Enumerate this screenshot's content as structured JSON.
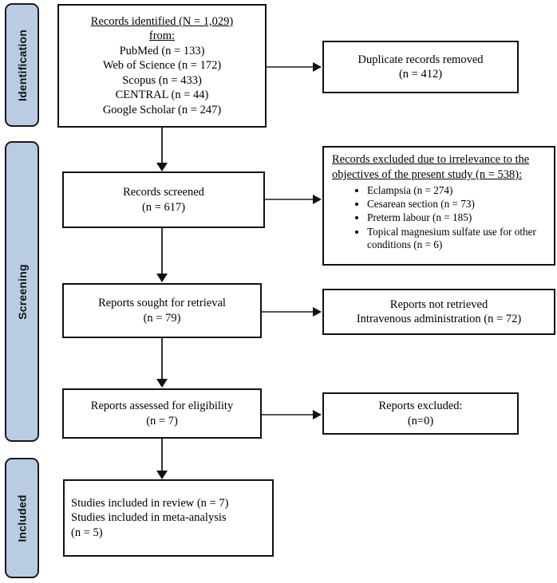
{
  "diagram": {
    "type": "PRISMA flow diagram",
    "phases": [
      {
        "id": "identification",
        "label": "Identification"
      },
      {
        "id": "screening",
        "label": "Screening"
      },
      {
        "id": "included",
        "label": "Included"
      }
    ],
    "boxes": {
      "records_identified": {
        "heading_line1": "Records identified (N = 1,029)",
        "heading_line2": "from:",
        "sources": [
          "PubMed (n = 133)",
          "Web of Science (n = 172)",
          "Scopus (n = 433)",
          "CENTRAL (n = 44)",
          "Google Scholar (n = 247)"
        ]
      },
      "duplicates_removed": {
        "line1": "Duplicate records removed",
        "line2": "(n = 412)"
      },
      "records_screened": {
        "line1": "Records screened",
        "line2": "(n = 617)"
      },
      "records_excluded": {
        "heading": "Records excluded due to irrelevance to the objectives of the present study (n = 538):",
        "items": [
          "Eclampsia (n = 274)",
          "Cesarean section (n = 73)",
          "Preterm labour (n = 185)",
          "Topical magnesium sulfate use for other conditions (n = 6)"
        ]
      },
      "reports_sought": {
        "line1": "Reports sought for retrieval",
        "line2": "(n = 79)"
      },
      "reports_not_retrieved": {
        "line1": "Reports not retrieved",
        "line2": "Intravenous administration (n = 72)"
      },
      "reports_assessed": {
        "line1": "Reports assessed for eligibility",
        "line2": "(n = 7)"
      },
      "reports_excluded": {
        "line1": "Reports excluded:",
        "line2": "(n=0)"
      },
      "studies_included": {
        "line1": "Studies included in review (n = 7)",
        "line2": "Studies included in meta-analysis",
        "line3": "(n = 5)"
      }
    },
    "colors": {
      "phase_fill": "#b9cce4",
      "box_border": "#111111",
      "connector": "#333333",
      "text": "#000000"
    }
  }
}
